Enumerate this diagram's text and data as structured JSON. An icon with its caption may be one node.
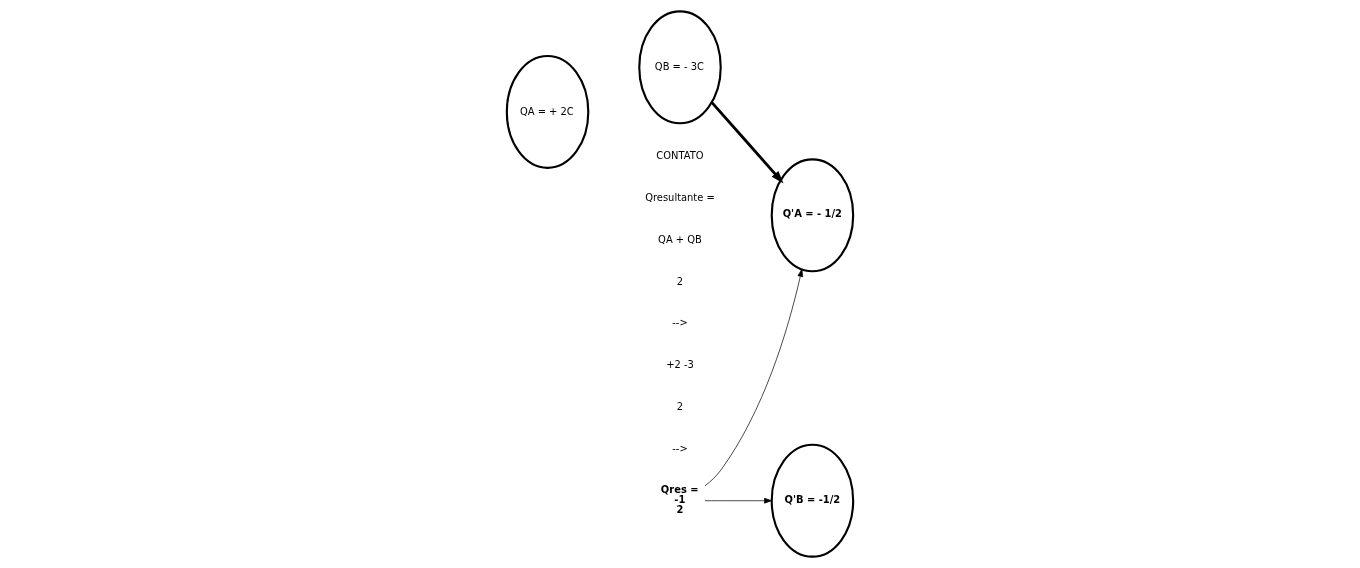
{
  "diagram": {
    "nodes": [
      {
        "text": [
          "QA = + 2C"
        ]
      },
      {
        "text": [
          "QB = - 3C"
        ]
      },
      {
        "text": [
          "Q'A = - 1/2"
        ]
      },
      {
        "text": [
          "Q'B = -1/2"
        ]
      },
      {
        "text": [
          "Qres =",
          "-1",
          "2"
        ]
      }
    ],
    "edges": [
      {
        "from": 1,
        "to": 2,
        "arrow": "to",
        "style": "thick"
      },
      {
        "from": 4,
        "to": 2,
        "arrow": "to"
      },
      {
        "from": 4,
        "to": 3,
        "arrow": "to"
      }
    ],
    "labels": [
      "CONTATO",
      "Qresultante =",
      "QA + QB",
      "2",
      "-->",
      "+2 -3",
      "2",
      "-->"
    ]
  }
}
